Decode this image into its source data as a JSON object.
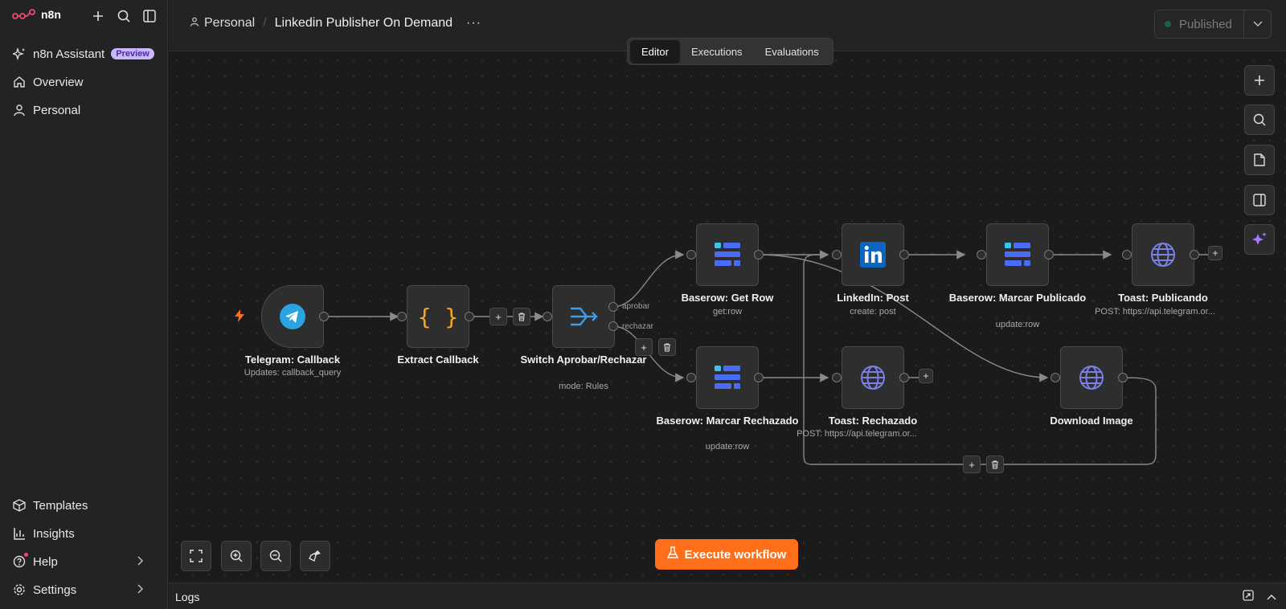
{
  "app": {
    "name": "n8n"
  },
  "sidebar": {
    "assistant": {
      "label": "n8n Assistant",
      "badge": "Preview"
    },
    "items": [
      {
        "label": "Overview"
      },
      {
        "label": "Personal"
      }
    ],
    "bottom": [
      {
        "label": "Templates"
      },
      {
        "label": "Insights"
      },
      {
        "label": "Help"
      },
      {
        "label": "Settings"
      }
    ]
  },
  "header": {
    "project": "Personal",
    "workflow_name": "Linkedin Publisher On Demand",
    "tabs": [
      {
        "label": "Editor",
        "active": true
      },
      {
        "label": "Executions",
        "active": false
      },
      {
        "label": "Evaluations",
        "active": false
      }
    ],
    "publish_label": "Published"
  },
  "nodes": {
    "telegram_callback": {
      "title": "Telegram: Callback",
      "subtitle": "Updates: callback_query"
    },
    "extract_callback": {
      "title": "Extract Callback",
      "subtitle": ""
    },
    "switch": {
      "title": "Switch Aprobar/Rechazar",
      "subtitle": "mode: Rules",
      "outputs": [
        "aprobar",
        "rechazar"
      ]
    },
    "baserow_get_row": {
      "title": "Baserow: Get Row",
      "subtitle": "get:row"
    },
    "baserow_rechazado": {
      "title": "Baserow: Marcar Rechazado",
      "subtitle": "update:row"
    },
    "linkedin_post": {
      "title": "LinkedIn: Post",
      "subtitle": "create: post"
    },
    "toast_rechazado": {
      "title": "Toast: Rechazado",
      "subtitle": "POST: https://api.telegram.or..."
    },
    "baserow_publicado": {
      "title": "Baserow: Marcar Publicado",
      "subtitle": "update:row"
    },
    "toast_publicando": {
      "title": "Toast: Publicando",
      "subtitle": "POST: https://api.telegram.or..."
    },
    "download_image": {
      "title": "Download Image",
      "subtitle": ""
    }
  },
  "canvas": {
    "execute_label": "Execute workflow"
  },
  "logs": {
    "label": "Logs"
  },
  "colors": {
    "accent": "#ff6f1a",
    "baserow_blue": "#4a6cf7",
    "telegram": "#2aa3df",
    "linkedin": "#0a66c2",
    "http_globe": "#7b7fe8"
  }
}
